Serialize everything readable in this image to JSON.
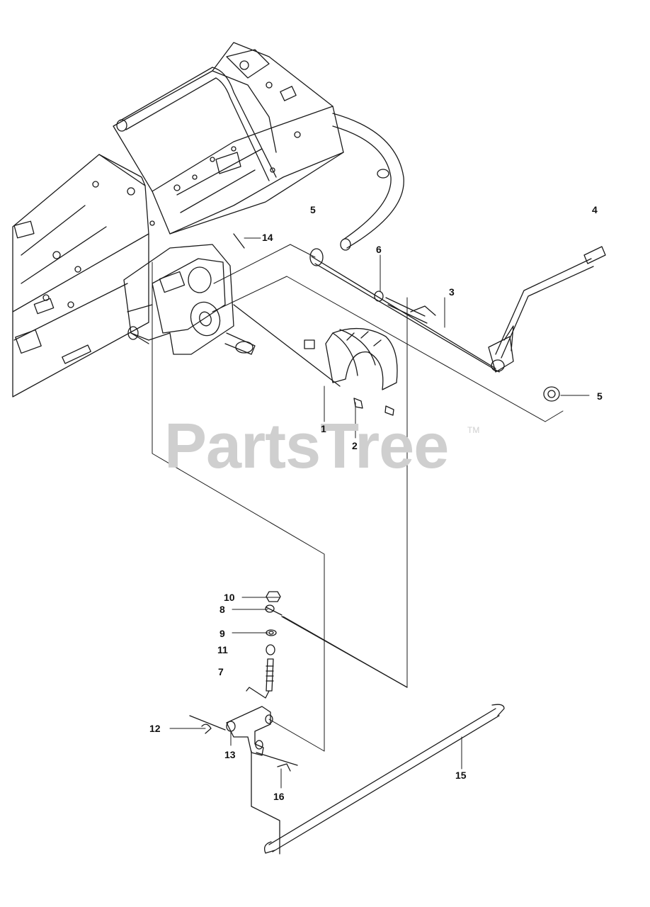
{
  "watermark": {
    "text": "PartsTree",
    "trademark": "TM"
  },
  "callouts": [
    {
      "id": "c1",
      "label": "1"
    },
    {
      "id": "c2",
      "label": "2"
    },
    {
      "id": "c3",
      "label": "3"
    },
    {
      "id": "c4",
      "label": "4"
    },
    {
      "id": "c5a",
      "label": "5"
    },
    {
      "id": "c5b",
      "label": "5"
    },
    {
      "id": "c6",
      "label": "6"
    },
    {
      "id": "c7",
      "label": "7"
    },
    {
      "id": "c8",
      "label": "8"
    },
    {
      "id": "c9",
      "label": "9"
    },
    {
      "id": "c10",
      "label": "10"
    },
    {
      "id": "c11",
      "label": "11"
    },
    {
      "id": "c12",
      "label": "12"
    },
    {
      "id": "c13",
      "label": "13"
    },
    {
      "id": "c14",
      "label": "14"
    },
    {
      "id": "c15",
      "label": "15"
    },
    {
      "id": "c16",
      "label": "16"
    }
  ],
  "colors": {
    "line": "#1a1a1a",
    "watermark": "#cfcfcf",
    "background": "#ffffff"
  }
}
